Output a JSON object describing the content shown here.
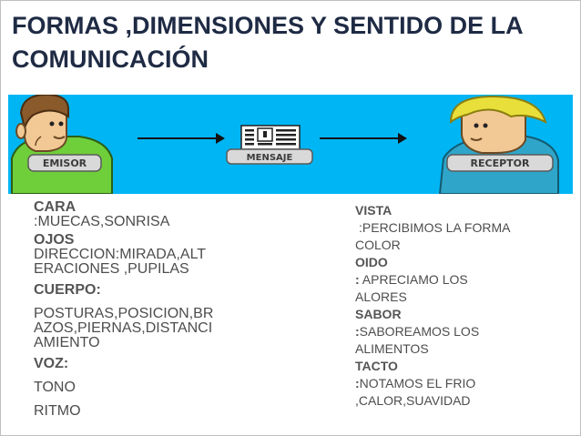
{
  "slide": {
    "title_line1": "FORMAS ,DIMENSIONES Y SENTIDO DE LA",
    "title_line2": "COMUNICACIÓN"
  },
  "diagram": {
    "emisor_label": "EMISOR",
    "mensaje_label": "MENSAJE",
    "receptor_label": "RECEPTOR",
    "colors": {
      "background": "#00b5f4",
      "label_box": "#d9d9d9",
      "emisor_shirt": "#6fcf3a",
      "receptor_shirt": "#2fa6c9",
      "skin": "#f2c894",
      "emisor_hair": "#8a5a2b",
      "receptor_hair": "#e8df3a"
    }
  },
  "left_column": {
    "cara_head": "CARA",
    "cara_text": ":MUECAS,SONRISA",
    "ojos_head": "OJOS",
    "ojos_text_1": "DIRECCION:MIRADA,ALT",
    "ojos_text_2": "ERACIONES ,PUPILAS",
    "cuerpo_head": "CUERPO:",
    "cuerpo_text_1": "POSTURAS,POSICION,BR",
    "cuerpo_text_2": "AZOS,PIERNAS,DISTANCI",
    "cuerpo_text_3": "AMIENTO",
    "voz_head": "VOZ:",
    "voz_item_1": "TONO",
    "voz_item_2": "RITMO"
  },
  "right_column": {
    "vista_head": "VISTA",
    "vista_text_1": ":PERCIBIMOS LA FORMA",
    "vista_text_2": "COLOR",
    "oido_head": "OIDO",
    "oido_colon": ":",
    "oido_text_1": " APRECIAMO LOS",
    "oido_text_2": "ALORES",
    "sabor_head": "SABOR",
    "sabor_colon": ":",
    "sabor_text_1": "SABOREAMOS LOS",
    "sabor_text_2": "ALIMENTOS",
    "tacto_head": "TACTO",
    "tacto_colon": ":",
    "tacto_text_1": "NOTAMOS EL FRIO",
    "tacto_text_2": ",CALOR,SUAVIDAD"
  }
}
